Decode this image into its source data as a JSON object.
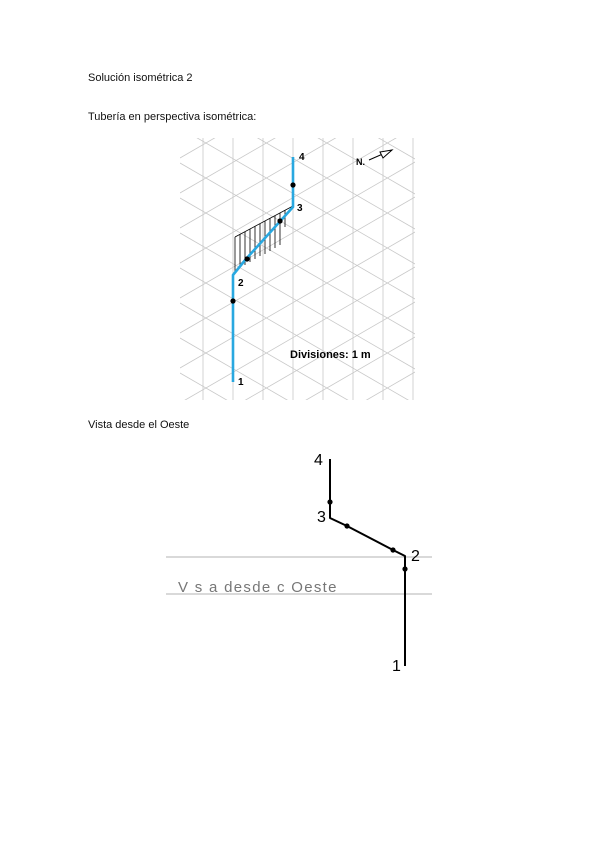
{
  "document": {
    "title": "Solución isométrica 2",
    "subtitle": "Tubería en perspectiva isométrica:",
    "caption_west": "Vista desde el Oeste"
  },
  "iso_drawing": {
    "north_label": "N.",
    "divisions_label": "Divisiones: 1 m",
    "points": [
      "1",
      "2",
      "3",
      "4"
    ],
    "pipe_color": "#29a8e0",
    "grid_color": "#c8c8c8"
  },
  "west_drawing": {
    "points": [
      "1",
      "2",
      "3",
      "4"
    ],
    "ground_label": "V s a  desde  c  Oeste",
    "pipe_color": "#000000",
    "ground_line_color": "#9a9a9a"
  }
}
